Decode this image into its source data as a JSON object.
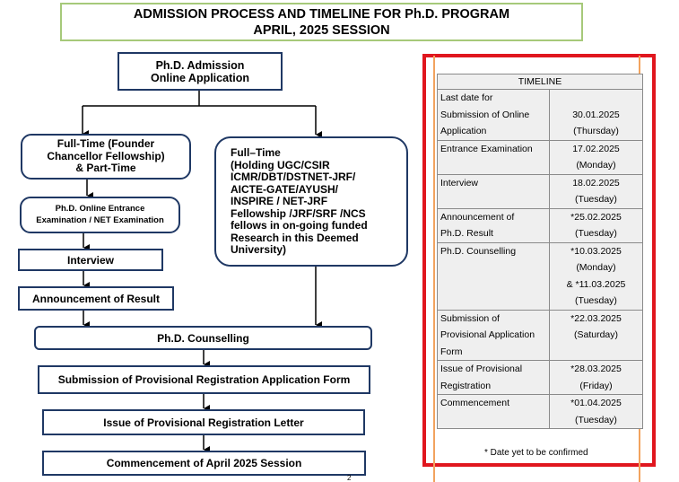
{
  "header": {
    "title_line1": "ADMISSION PROCESS AND TIMELINE FOR Ph.D. PROGRAM",
    "title_line2": "APRIL, 2025 SESSION"
  },
  "flow": {
    "admission": "Ph.D. Admission\nOnline Application",
    "fulltime_founder": "Full-Time (Founder\nChancellor Fellowship)\n& Part-Time",
    "fulltime_ugc": "Full–Time\n(Holding UGC/CSIR\nICMR/DBT/DSTNET-JRF/\nAICTE-GATE/AYUSH/\nINSPIRE / NET-JRF\nFellowship /JRF/SRF /NCS\nfellows in on-going funded\nResearch in this Deemed\nUniversity)",
    "entrance": "Ph.D. Online Entrance\nExamination / NET Examination",
    "interview": "Interview",
    "announcement": "Announcement of Result",
    "counselling": "Ph.D. Counselling",
    "submission": "Submission of Provisional Registration Application Form",
    "issue_letter": "Issue of Provisional Registration Letter",
    "commencement": "Commencement of April 2025 Session"
  },
  "timeline": {
    "heading": "TIMELINE",
    "rows": [
      {
        "event": "Last date for\nSubmission of Online\nApplication",
        "date": "\n30.01.2025\n(Thursday)"
      },
      {
        "event": "Entrance Examination",
        "date": "17.02.2025\n(Monday)"
      },
      {
        "event": "Interview",
        "date": "18.02.2025\n(Tuesday)"
      },
      {
        "event": "Announcement of\nPh.D. Result",
        "date": "*25.02.2025\n(Tuesday)"
      },
      {
        "event": "Ph.D. Counselling",
        "date": "*10.03.2025\n(Monday)\n& *11.03.2025\n(Tuesday)"
      },
      {
        "event": "Submission of\nProvisional Application\nForm",
        "date": "*22.03.2025\n(Saturday)"
      },
      {
        "event": "Issue of Provisional\nRegistration",
        "date": "*28.03.2025\n(Friday)"
      },
      {
        "event": "Commencement",
        "date": "*01.04.2025\n(Tuesday)"
      }
    ],
    "note": "* Date yet to be confirmed"
  },
  "page_number": "2",
  "colors": {
    "title_border": "#a6c97a",
    "box_border": "#1f3864",
    "frame_red": "#e0161e",
    "table_bg": "#efefef",
    "guide_orange": "#f2a35e"
  }
}
